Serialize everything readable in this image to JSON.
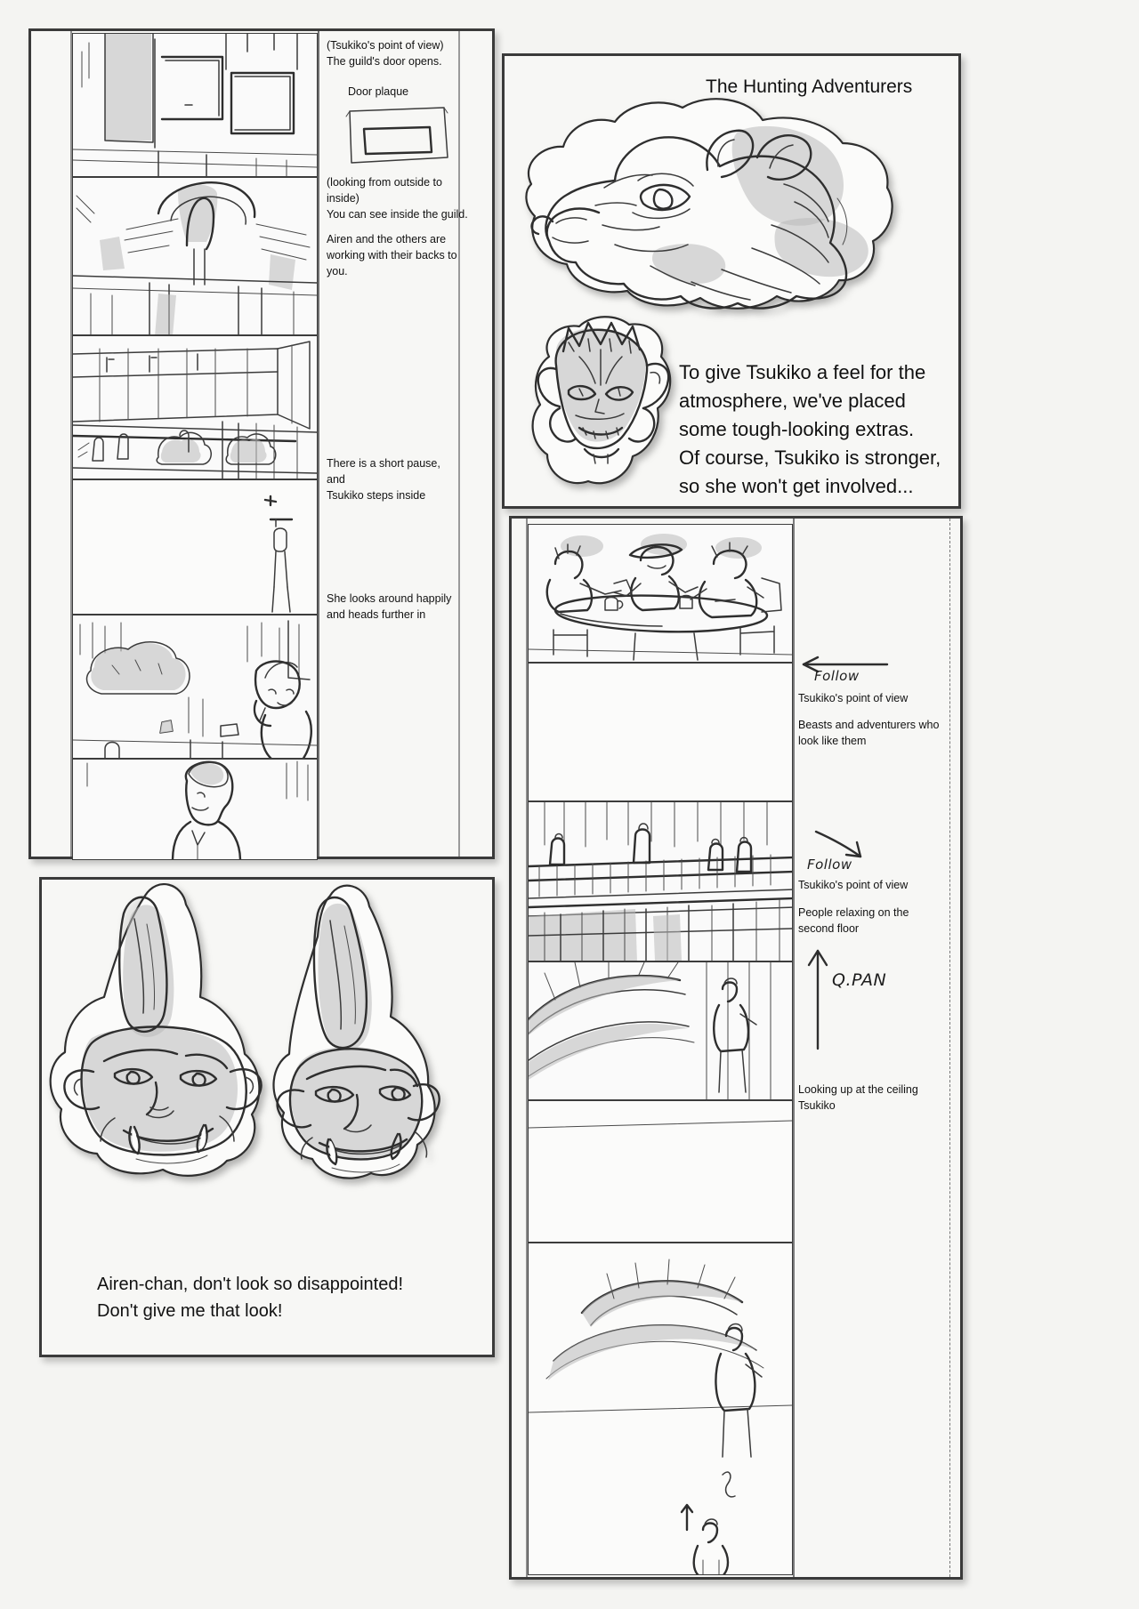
{
  "page": {
    "background_color": "#f4f4f2",
    "paper_color": "#f7f7f5",
    "ink_color": "#3b3b3b",
    "border_color": "#3a3a3a"
  },
  "title": {
    "text": "The Hunting Adventurers"
  },
  "left_board": {
    "notes": [
      {
        "id": "pov-door",
        "text": "(Tsukiko's point of view)\nThe guild's door opens."
      },
      {
        "id": "door-plaque",
        "text": "Door plaque"
      },
      {
        "id": "outside-inside",
        "text": "(looking from outside to\ninside)\nYou can see inside the guild."
      },
      {
        "id": "airen-backs",
        "text": "Airen and the others are\nworking with their backs to\nyou."
      },
      {
        "id": "short-pause",
        "text": "There is a short pause, and\nTsukiko steps inside"
      },
      {
        "id": "looks-around",
        "text": "She looks around happily\nand heads further in"
      }
    ]
  },
  "right_top_board": {
    "body_text": "To give Tsukiko a feel for the\natmosphere, we've placed\nsome tough-looking extras.\nOf course, Tsukiko is stronger,\nso she won't get involved..."
  },
  "right_bottom_board": {
    "annotations": [
      {
        "id": "ann-1",
        "handwriting": "Follow",
        "lines": "Tsukiko's point of view"
      },
      {
        "id": "ann-2",
        "handwriting": "",
        "lines": "Beasts and adventurers who\nlook like them"
      },
      {
        "id": "ann-3",
        "handwriting": "Follow",
        "lines": "Tsukiko's point of view"
      },
      {
        "id": "ann-4",
        "handwriting": "",
        "lines": "People relaxing on the\nsecond floor"
      },
      {
        "id": "ann-5",
        "handwriting": "Q.PAN",
        "lines": ""
      },
      {
        "id": "ann-6",
        "handwriting": "",
        "lines": "Looking up at the ceiling\nTsukiko"
      }
    ]
  },
  "bottom_board": {
    "caption": "Airen-chan, don't look so disappointed!\nDon't give me that look!"
  }
}
